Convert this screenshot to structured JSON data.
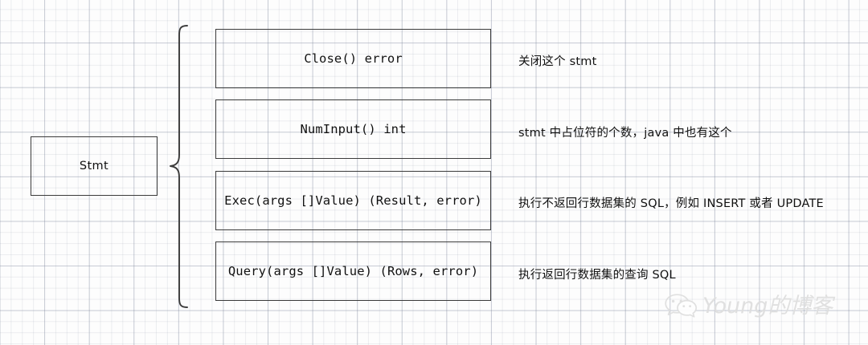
{
  "diagram": {
    "root_node": {
      "label": "Stmt"
    },
    "brace_icon": "left-curly-brace",
    "methods": [
      {
        "signature": "Close() error",
        "annotation": "关闭这个 stmt"
      },
      {
        "signature": "NumInput() int",
        "annotation": "stmt 中占位符的个数，java 中也有这个"
      },
      {
        "signature": "Exec(args []Value) (Result, error)",
        "annotation": "执行不返回行数据集的 SQL，例如 INSERT 或者 UPDATE"
      },
      {
        "signature": "Query(args []Value) (Rows, error)",
        "annotation": "执行返回行数据集的查询 SQL"
      }
    ]
  },
  "watermark": {
    "text": "Young的博客",
    "icon": "wechat-logo-icon",
    "color": "#dedede"
  },
  "colors": {
    "box_border": "#3b3b3b",
    "text": "#111111",
    "grid_minor": "#e6e8ed",
    "grid_major": "#d2d6de",
    "background": "#fdfdfd"
  }
}
